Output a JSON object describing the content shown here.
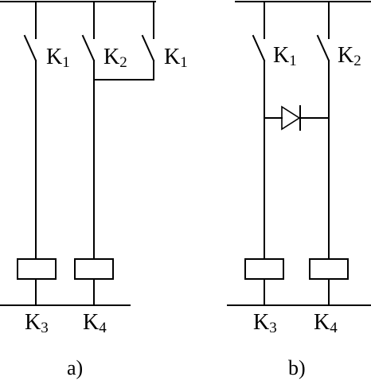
{
  "diagram_a": {
    "caption": "a)",
    "switch_1": {
      "letter": "K",
      "index": "1"
    },
    "switch_2": {
      "letter": "K",
      "index": "2"
    },
    "switch_3": {
      "letter": "K",
      "index": "1"
    },
    "coil_1": {
      "letter": "K",
      "index": "3"
    },
    "coil_2": {
      "letter": "K",
      "index": "4"
    }
  },
  "diagram_b": {
    "caption": "b)",
    "switch_1": {
      "letter": "K",
      "index": "1"
    },
    "switch_2": {
      "letter": "K",
      "index": "2"
    },
    "coil_1": {
      "letter": "K",
      "index": "3"
    },
    "coil_2": {
      "letter": "K",
      "index": "4"
    }
  },
  "colors": {
    "line": "#000000",
    "background": "#ffffff"
  }
}
